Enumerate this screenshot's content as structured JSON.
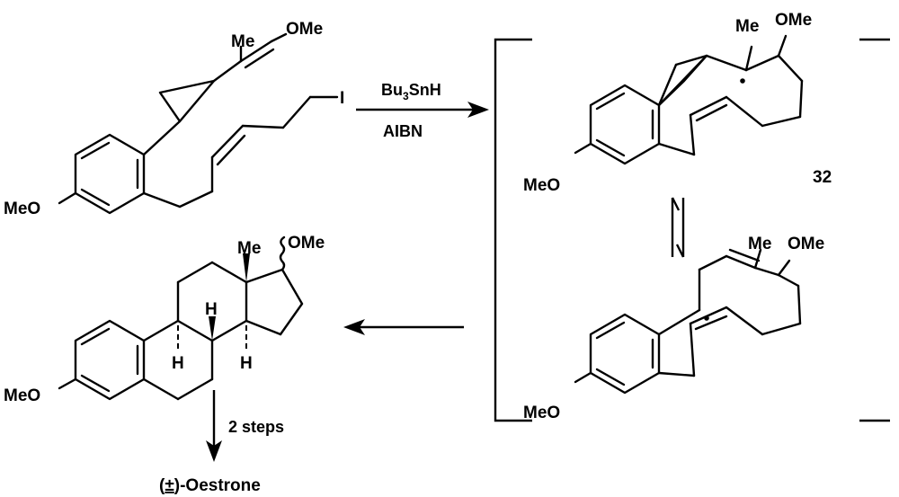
{
  "reagents": {
    "top": "Bu",
    "top_sub": "3",
    "top_tail": "SnH",
    "bottom": "AIBN"
  },
  "compound_label": "32",
  "step_label": "2 steps",
  "product_prefix": "(",
  "product_pm": "±",
  "product_suffix": ")-Oestrone",
  "atoms": {
    "me": "Me",
    "ome": "OMe",
    "meo": "MeO",
    "iodine": "I",
    "h": "H"
  }
}
